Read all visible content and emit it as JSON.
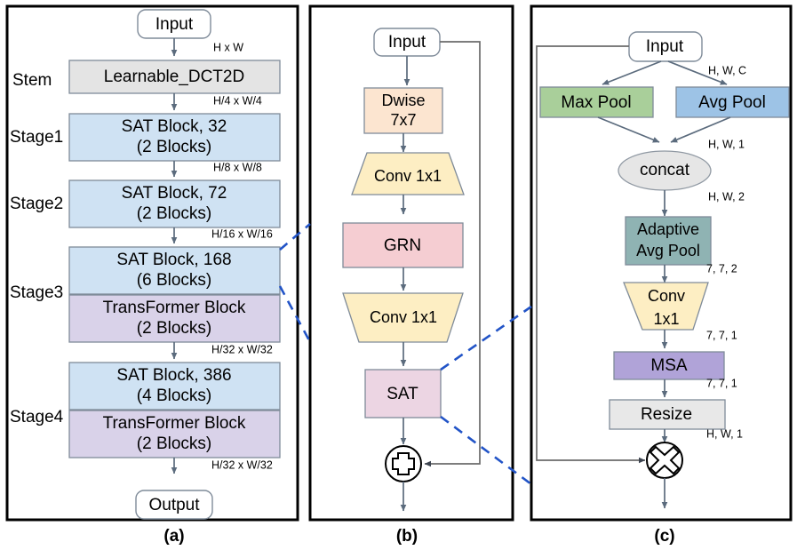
{
  "figure": {
    "panels": [
      {
        "id": "a",
        "caption": "(a)",
        "entry_label": "Input",
        "exit_label": "Output",
        "stage_labels": [
          "Stem",
          "Stage1",
          "Stage2",
          "Stage3",
          "Stage4"
        ],
        "blocks": [
          {
            "name": "stem",
            "line1": "Learnable_DCT2D",
            "line2": "",
            "color": "#e4e4e4"
          },
          {
            "name": "stage1-sat",
            "line1": "SAT Block, 32",
            "line2": "(2 Blocks)",
            "color": "#cfe2f3"
          },
          {
            "name": "stage2-sat",
            "line1": "SAT Block, 72",
            "line2": "(2 Blocks)",
            "color": "#cfe2f3"
          },
          {
            "name": "stage3-sat",
            "line1": "SAT Block, 168",
            "line2": "(6 Blocks)",
            "color": "#cfe2f3"
          },
          {
            "name": "stage3-transformer",
            "line1": "TransFormer Block",
            "line2": "(2 Blocks)",
            "color": "#d9d2e9"
          },
          {
            "name": "stage4-sat",
            "line1": "SAT Block, 386",
            "line2": "(4 Blocks)",
            "color": "#cfe2f3"
          },
          {
            "name": "stage4-transformer",
            "line1": "TransFormer Block",
            "line2": "(2 Blocks)",
            "color": "#d9d2e9"
          }
        ],
        "dimension_labels": [
          "H x W",
          "H/4 x W/4",
          "H/8 x W/8",
          "H/16 x W/16",
          "H/32 x W/32",
          "H/32 x W/32"
        ]
      },
      {
        "id": "b",
        "caption": "(b)",
        "entry_label": "Input",
        "blocks": [
          {
            "name": "dwise",
            "line1": "Dwise",
            "line2": "7x7",
            "color": "#fce5d0",
            "shape": "rect"
          },
          {
            "name": "conv1x1-expand",
            "line1": "Conv 1x1",
            "line2": "",
            "color": "#fdeec3",
            "shape": "trapezoid-expand"
          },
          {
            "name": "grn",
            "line1": "GRN",
            "line2": "",
            "color": "#f5cdd2",
            "shape": "rect"
          },
          {
            "name": "conv1x1-reduce",
            "line1": "Conv 1x1",
            "line2": "",
            "color": "#fdeec3",
            "shape": "trapezoid-reduce"
          },
          {
            "name": "sat",
            "line1": "SAT",
            "line2": "",
            "color": "#ecd5e3",
            "shape": "rect"
          }
        ],
        "operator": "plus"
      },
      {
        "id": "c",
        "caption": "(c)",
        "entry_label": "Input",
        "blocks": [
          {
            "name": "max-pool",
            "line1": "Max Pool",
            "line2": "",
            "color": "#a9cf9a",
            "shape": "rect"
          },
          {
            "name": "avg-pool",
            "line1": "Avg Pool",
            "line2": "",
            "color": "#9dc3e6",
            "shape": "rect"
          },
          {
            "name": "concat",
            "line1": "concat",
            "line2": "",
            "color": "#e6e6e6",
            "shape": "ellipse"
          },
          {
            "name": "adaptive-avg-pool",
            "line1": "Adaptive",
            "line2": "Avg Pool",
            "color": "#8fb3b3",
            "shape": "rect"
          },
          {
            "name": "conv1x1",
            "line1": "Conv",
            "line2": "1x1",
            "color": "#fdeec3",
            "shape": "trapezoid-reduce"
          },
          {
            "name": "msa",
            "line1": "MSA",
            "line2": "",
            "color": "#b0a3d8",
            "shape": "rect"
          },
          {
            "name": "resize",
            "line1": "Resize",
            "line2": "",
            "color": "#e8e8e8",
            "shape": "rect"
          }
        ],
        "dimension_labels": [
          "H, W, C",
          "H, W, 1",
          "H, W, 2",
          "7, 7, 2",
          "7, 7, 1",
          "7, 7, 1",
          "H, W, 1"
        ],
        "operator": "multiply"
      }
    ],
    "accent_dashed_color": "#2254c7"
  }
}
